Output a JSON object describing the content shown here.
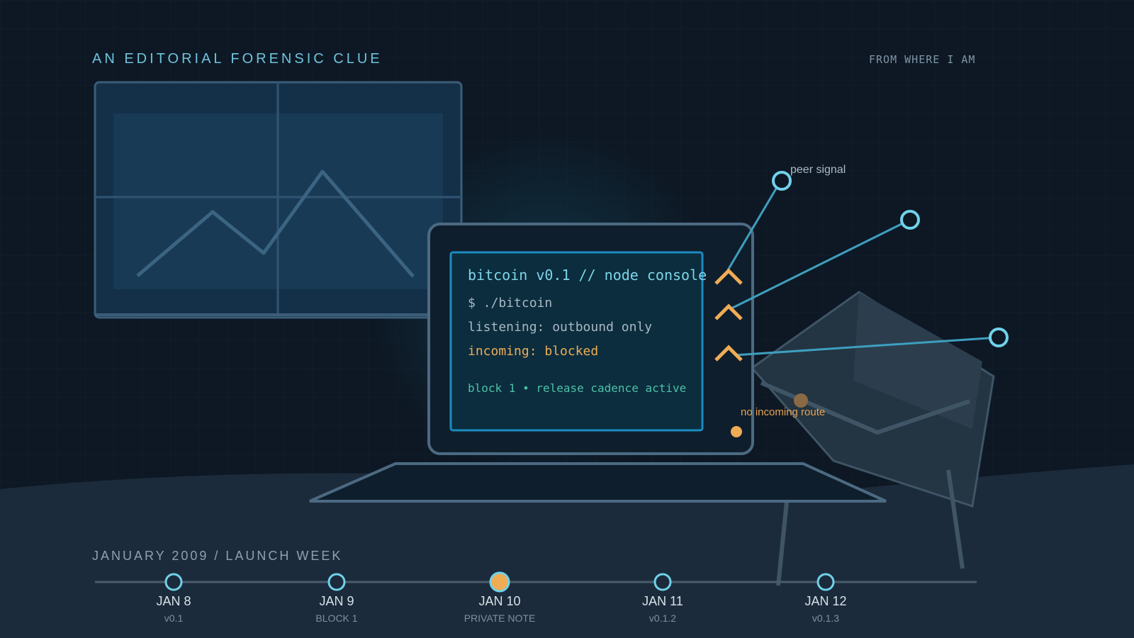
{
  "header": {
    "kicker": "AN EDITORIAL FORENSIC CLUE",
    "corner_label": "FROM WHERE I AM"
  },
  "console": {
    "title": "bitcoin v0.1 // node console",
    "lines": [
      "$ ./bitcoin",
      "listening: outbound only",
      "incoming: blocked"
    ],
    "status": "block 1 • release cadence active"
  },
  "annotations": {
    "peer_signal": "peer signal",
    "no_incoming_route": "no incoming route"
  },
  "timeline": {
    "label": "JANUARY 2009 / LAUNCH WEEK",
    "events": [
      {
        "date": "JAN 8",
        "sub": "v0.1",
        "highlight": false
      },
      {
        "date": "JAN 9",
        "sub": "BLOCK 1",
        "highlight": false
      },
      {
        "date": "JAN 10",
        "sub": "PRIVATE NOTE",
        "highlight": true
      },
      {
        "date": "JAN 11",
        "sub": "v0.1.2",
        "highlight": false
      },
      {
        "date": "JAN 12",
        "sub": "v0.1.3",
        "highlight": false
      }
    ]
  },
  "colors": {
    "background": "#0d1824",
    "accent_cyan": "#6fd2ea",
    "accent_orange": "#f0ac55",
    "console_green": "#4dc0a6"
  }
}
